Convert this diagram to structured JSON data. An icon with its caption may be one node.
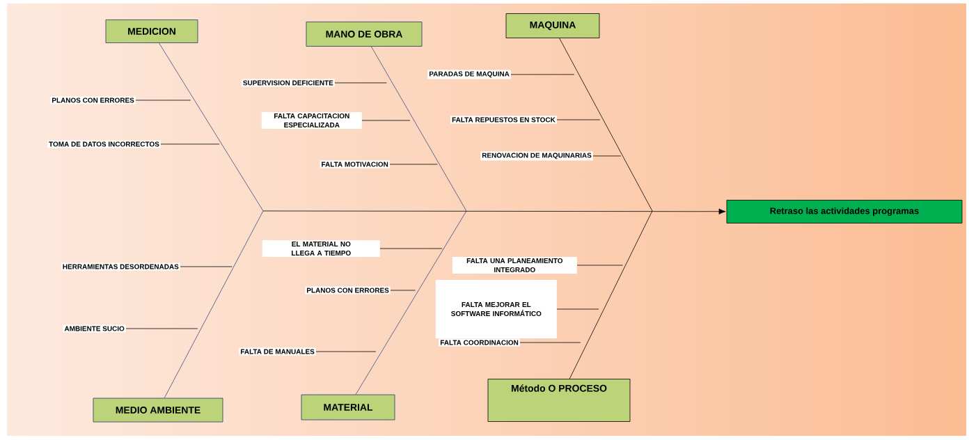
{
  "diagram": {
    "nodes": [
      {
        "text": [
          "MEDICION"
        ]
      },
      {
        "text": [
          "MANO DE OBRA"
        ]
      },
      {
        "text": [
          "MAQUINA"
        ]
      },
      {
        "text": [
          "MEDIO AMBIENTE"
        ]
      },
      {
        "text": [
          "MATERIAL"
        ]
      },
      {
        "text": [
          "Método O PROCESO"
        ]
      },
      {
        "text": [
          "Retraso las actividades programas"
        ]
      },
      {
        "text": [
          "PLANOS CON ERRORES"
        ]
      },
      {
        "text": [
          "TOMA DE DATOS INCORRECTOS"
        ]
      },
      {
        "text": [
          "SUPERVISION DEFICIENTE"
        ]
      },
      {
        "text": [
          "FALTA CAPACITACION ESPECIALIZADA"
        ]
      },
      {
        "text": [
          "FALTA MOTIVACION"
        ]
      },
      {
        "text": [
          "PARADAS DE MAQUINA"
        ]
      },
      {
        "text": [
          "FALTA REPUESTOS EN STOCK"
        ]
      },
      {
        "text": [
          "RENOVACION DE MAQUINARIAS"
        ]
      },
      {
        "text": [
          "HERRAMIENTAS DESORDENADAS"
        ]
      },
      {
        "text": [
          "AMBIENTE SUCIO"
        ]
      },
      {
        "text": [
          "EL MATERIAL NO LLEGA A TIEMPO"
        ]
      },
      {
        "text": [
          "PLANOS CON ERRORES"
        ]
      },
      {
        "text": [
          "FALTA DE MANUALES"
        ]
      },
      {
        "text": [
          "FALTA UNA PLANEAMIENTO INTEGRADO"
        ]
      },
      {
        "text": [
          "FALTA MEJORAR EL SOFTWARE INFORMÁTICO"
        ]
      },
      {
        "text": [
          "FALTA COORDINACION"
        ]
      }
    ],
    "edges": [
      {
        "from": 0,
        "to": null,
        "arrow": "none",
        "color": "#3c4b7c"
      },
      {
        "from": 1,
        "to": null,
        "arrow": "none",
        "color": "#3c4b7c"
      },
      {
        "from": 2,
        "to": null,
        "arrow": "none"
      },
      {
        "from": 3,
        "to": null,
        "arrow": "none",
        "color": "#3c4b7c"
      },
      {
        "from": 4,
        "to": null,
        "arrow": "none",
        "color": "#3c4b7c"
      },
      {
        "from": 5,
        "to": null,
        "arrow": "none"
      },
      {
        "from": null,
        "to": 6,
        "arrow": "to"
      },
      {
        "from": 7,
        "to": null,
        "arrow": "none"
      },
      {
        "from": 8,
        "to": null,
        "arrow": "none"
      },
      {
        "from": 9,
        "to": null,
        "arrow": "none"
      },
      {
        "from": 10,
        "to": null,
        "arrow": "none"
      },
      {
        "from": 11,
        "to": null,
        "arrow": "none"
      },
      {
        "from": 12,
        "to": null,
        "arrow": "none"
      },
      {
        "from": 13,
        "to": null,
        "arrow": "none"
      },
      {
        "from": 14,
        "to": null,
        "arrow": "none"
      },
      {
        "from": 15,
        "to": null,
        "arrow": "none"
      },
      {
        "from": 16,
        "to": null,
        "arrow": "none"
      },
      {
        "from": 17,
        "to": null,
        "arrow": "none"
      },
      {
        "from": 18,
        "to": null,
        "arrow": "none"
      },
      {
        "from": 19,
        "to": null,
        "arrow": "none"
      },
      {
        "from": 20,
        "to": null,
        "arrow": "none"
      },
      {
        "from": 21,
        "to": null,
        "arrow": "none"
      },
      {
        "from": 22,
        "to": null,
        "arrow": "none"
      }
    ]
  }
}
